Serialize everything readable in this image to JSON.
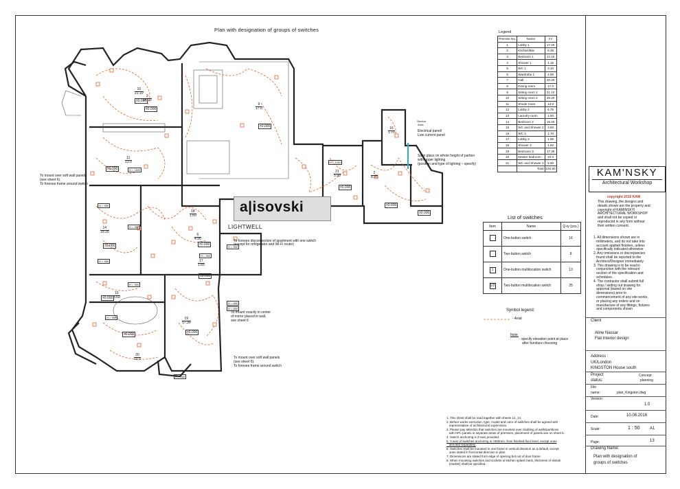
{
  "drawing": {
    "title": "Plan with designation of groups of switches",
    "lightwell": "LIGHTWELL",
    "watermark": "a|isovski",
    "rooms": [
      {
        "no": "10",
        "area": "21.10"
      },
      {
        "no": "9",
        "area": "17.0"
      },
      {
        "no": "11",
        "area": "13.0"
      },
      {
        "no": "14",
        "area": "19.20"
      },
      {
        "no": "15",
        "area": "3.60"
      },
      {
        "no": "19",
        "area": "17.30"
      },
      {
        "no": "20",
        "area": "23.0"
      },
      {
        "no": "21",
        "area": "5.90"
      },
      {
        "no": "2",
        "area": "8.35"
      },
      {
        "no": "3",
        "area": "14.10"
      },
      {
        "no": "6",
        "area": "4.90"
      },
      {
        "no": "17",
        "area": "1.65"
      },
      {
        "no": "18",
        "area": "1.60"
      },
      {
        "no": "16",
        "area": "1.70"
      }
    ],
    "levels": [
      "±0.000",
      "±0.000",
      "±0.000",
      "±0.000",
      "±0.000",
      "±0.000",
      "±0.000",
      "±0.000",
      "±0.000",
      "±0.000",
      "±0.000",
      "±0.000",
      "±0.000"
    ],
    "heights": [
      "H = 1500",
      "H = 950",
      "H = 950",
      "H = 950",
      "H = 950",
      "H = 950",
      "H = 950",
      "H = 650",
      "H = 950",
      "H = 1000",
      "H = 650",
      "H = 950"
    ],
    "notes_on_plan": [
      "To mount over soft wall panels",
      "(see sheet 6).",
      "To foresee frame around switch",
      "To foresee disconnection of apartment with one switch",
      "(except for refrigerator and Wi-Fi router)",
      "To mount exactly in center",
      "of mirror placed in wall,",
      "see sheet 6",
      "Electrical panel/",
      "Low current panel",
      "Satin glass on whole height of partion",
      "with upper lighting",
      "(position and type of lighting – specify)",
      "Service",
      "Area"
    ]
  },
  "legend": {
    "title": "Legend",
    "headers": [
      "Premise No.",
      "Name",
      "m²"
    ],
    "rows": [
      [
        "1",
        "Lobby 1",
        "17.20"
      ],
      [
        "2",
        "Kitchen/Bar",
        "8.35"
      ],
      [
        "3",
        "Bedroom 1",
        "14.10"
      ],
      [
        "4",
        "Shower 1",
        "1.15"
      ],
      [
        "5",
        "WC 1",
        "3.10"
      ],
      [
        "6",
        "Wardrobe 1",
        "4.90"
      ],
      [
        "7",
        "Hall",
        "20.20"
      ],
      [
        "8",
        "Dining room",
        "17.0"
      ],
      [
        "9",
        "Sitting room 1",
        "21.10"
      ],
      [
        "10",
        "Sitting room 2",
        "28.20"
      ],
      [
        "11",
        "Shude room",
        "13.0"
      ],
      [
        "12",
        "Lobby 2",
        "6.75"
      ],
      [
        "13",
        "Laundry room",
        "1.60"
      ],
      [
        "14",
        "Bedroom 2",
        "19.20"
      ],
      [
        "15",
        "WC and Shower 2",
        "3.60"
      ],
      [
        "16",
        "WC 3",
        "1.70"
      ],
      [
        "17",
        "Lobby 3",
        "1.65"
      ],
      [
        "18",
        "Shower 3",
        "1.60"
      ],
      [
        "19",
        "Bedroom 3",
        "17.30"
      ],
      [
        "20",
        "Master bedroom",
        "23.0"
      ],
      [
        "21",
        "WC and Shower 3",
        "5.90"
      ]
    ],
    "total_label": "Total",
    "total_value": "234.50"
  },
  "switches": {
    "title": "List of switches",
    "headers": [
      "Item",
      "Name",
      "Q-ty (pcs.)"
    ],
    "rows": [
      {
        "icon": "",
        "name": "One-button switch",
        "qty": "16"
      },
      {
        "icon": "",
        "name": "Two-button switch",
        "qty": "8"
      },
      {
        "icon": "1",
        "name": "One-button multilocation switch",
        "qty": "13"
      },
      {
        "icon": "1/2",
        "name": "Two-button multilocation switch",
        "qty": "25"
      }
    ]
  },
  "symbol_legend": {
    "title": "Symbol legend:",
    "axial": "- Axial",
    "note_label": "Note:",
    "note_text_1": "- specify elevation point at place",
    "note_text_2": "after furniture choosing"
  },
  "general_notes": [
    "1. This sheet shall be read together with sheets 12, 14.",
    "2. Before works execution, type, model and color of switches shall be agreed with",
    "   representative of architectural supervision.",
    "3. Please pay attention that switches are mounted over cladding of walls/partitions",
    "   with HPL-panels in separate areas of premises, placement of panels see on sheet 6.",
    "4. Switch anchoring is Z-axis provided.",
    "5. Y-axis of switches anchoring is +900mm. from finished floor level, except ones",
    "   denoted separately.",
    "6. Switches shall be mounted in one frame in vertical direction as a default, except",
    "   ones stated in horizontal direction in plan.",
    "7. Dimensions are stated from edge of opening but not of door frame.",
    "8. When mounting switches and sockets at kitchen splash back, thickness of skinali",
    "   (marble) shall be specified."
  ],
  "title_block": {
    "logo": "KAM'NSKY",
    "logo_sub": "Architectural Workshop",
    "copyright": "copyright 2016 KAW",
    "copyright_text": [
      "This drawing, the designs and",
      "details shown are the property and",
      "copyright of KAMINSKYI",
      "ARCHITECTURAL WORKSHOP",
      "and shall not be copied or",
      "reproduced in any form without",
      "their written consent."
    ],
    "notes": [
      "1. All dimensions shown are in",
      "   millimeters, and do not take into",
      "   account applied finishes, unless",
      "   specifically indicated otherwise",
      "2. Any omissions or discrepancies",
      "   found shall be reported to the",
      "   Architect/Designer immediately.",
      "3. This drawing is to be read in",
      "   conjunction with the relevant",
      "   section of the specification and",
      "   schedules.",
      "4. The contractor shall submit full",
      "   shop / setting out drawing for",
      "   approval (based on site",
      "   dimensions) prior to",
      "   commencement of any site works,",
      "   or placing any orders and on",
      "   manufacture of any fittings, fixtures",
      "   and components shown"
    ],
    "client_label": "Client",
    "client_name": "Aline Nassar",
    "client_sub": "Flat Interior design",
    "address_label": "Address :",
    "address_1": "UK/London",
    "address_2": "KINGSTON House south",
    "project_label": "Project",
    "status_label": "status:",
    "status_value_1": "Concept",
    "status_value_2": "planning",
    "file_label": "File",
    "file_name_label": "name:",
    "file_value": "plan_Kingston.dwg",
    "version_label": "Version:",
    "version_value": "1.0",
    "date_label": "Date:",
    "date_value": "10.08.2016",
    "scale_label": "Scale:",
    "scale_value": "1 : 50",
    "sheet_size": "A1",
    "page_label": "Page:",
    "page_value": "13",
    "drawing_name_label": "Drawing Name:",
    "drawing_name_1": "Plan with designation of",
    "drawing_name_2": "groups of switches"
  },
  "colors": {
    "wiring": "#e0622a",
    "walls": "#222222",
    "paper": "#ffffff",
    "glass": "#27b5c9"
  }
}
